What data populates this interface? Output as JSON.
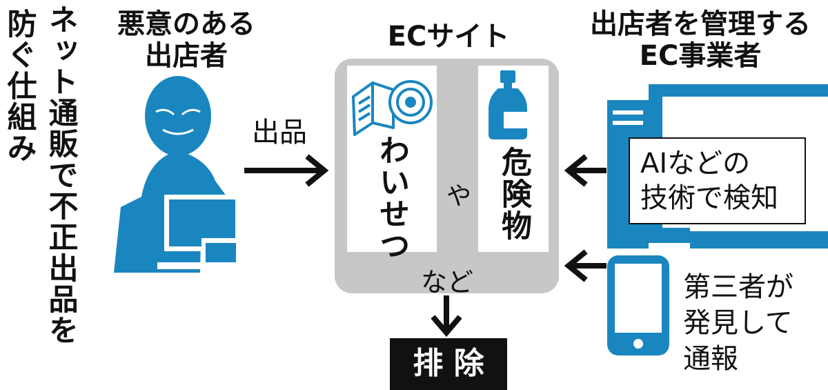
{
  "title": {
    "line1": "ネット通販で不正出品を",
    "line2": "防ぐ仕組み"
  },
  "seller": {
    "heading": "悪意のある\n出店者"
  },
  "listing_label": "出品",
  "ec_site": {
    "heading": "ECサイト",
    "item_obscene": "わいせつ",
    "connector": "や",
    "item_dangerous": "危険物",
    "etc": "など"
  },
  "operator": {
    "heading": "出店者を管理する\nEC事業者",
    "ai_detection": "AIなどの\n技術で検知"
  },
  "third_party": {
    "report": "第三者が\n発見して\n通報"
  },
  "removal": "排 除",
  "colors": {
    "accent_blue": "#1a86c0",
    "panel_gray": "#c7c7c7",
    "removal_bg": "#111111",
    "arrow": "#111111"
  },
  "icons": [
    "villain-icon",
    "book-cd-icon",
    "bottle-icon",
    "computer-icon",
    "smartphone-icon",
    "arrow-icon"
  ]
}
